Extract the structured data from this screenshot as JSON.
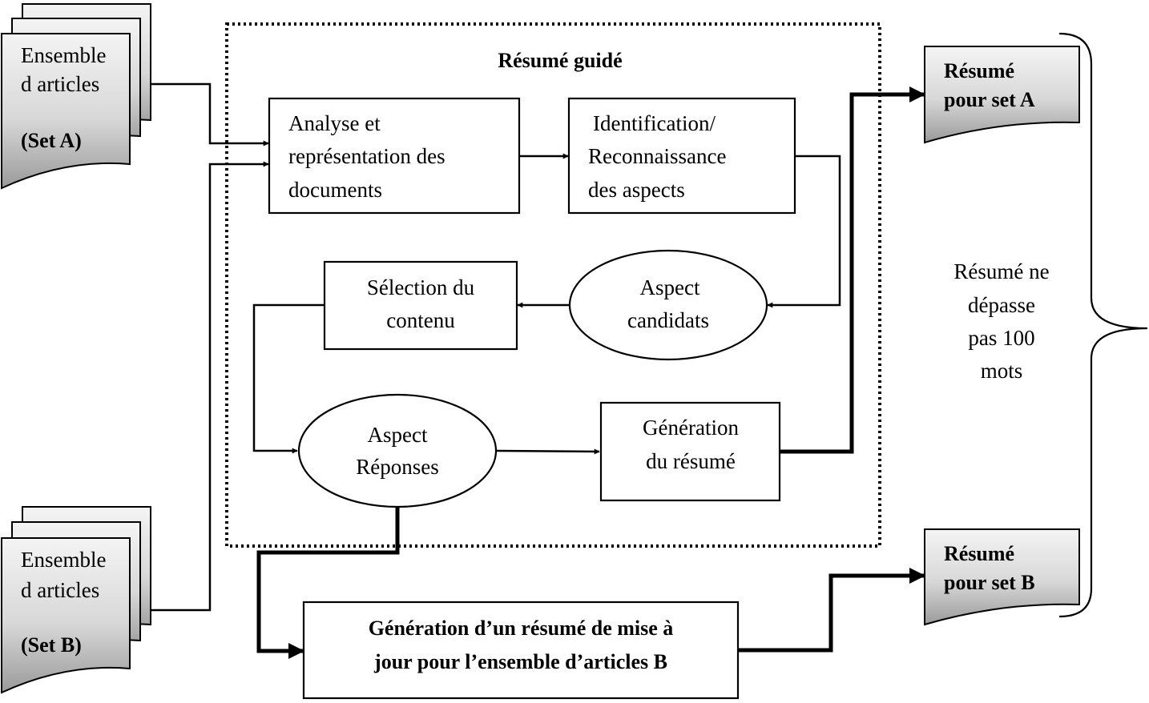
{
  "guided_title": "Résumé guidé",
  "doc_set_a": {
    "line1": "Ensemble",
    "line2": "d articles",
    "label": "(Set A)"
  },
  "doc_set_b": {
    "line1": "Ensemble",
    "line2": "d articles",
    "label": "(Set B)"
  },
  "analysis_box": {
    "line1": "Analyse et",
    "line2": "représentation des",
    "line3": "documents"
  },
  "identification_box": {
    "line1": "Identification/",
    "line2": "Reconnaissance",
    "line3": "des aspects"
  },
  "candidate_aspects": {
    "line1": "Aspect",
    "line2": "candidats"
  },
  "content_selection_box": {
    "line1": "Sélection du",
    "line2": "contenu"
  },
  "aspect_answers": {
    "line1": "Aspect",
    "line2": "Réponses"
  },
  "summary_generation_box": {
    "line1": "Génération",
    "line2": "du résumé"
  },
  "update_summary_box": {
    "line1": "Génération d’un résumé de mise à",
    "line2": "jour pour l’ensemble d’articles B"
  },
  "output_a": {
    "line1": "Résumé",
    "line2": "pour set A"
  },
  "output_b": {
    "line1": "Résumé",
    "line2": "pour set B"
  },
  "word_limit_note": {
    "line1": "Résumé ne",
    "line2": "dépasse",
    "line3": "pas 100",
    "line4": "mots"
  },
  "colors": {
    "doc_gradient_light": "#f4f4f4",
    "doc_gradient_dark": "#9a9a9a",
    "stroke": "#000000"
  }
}
